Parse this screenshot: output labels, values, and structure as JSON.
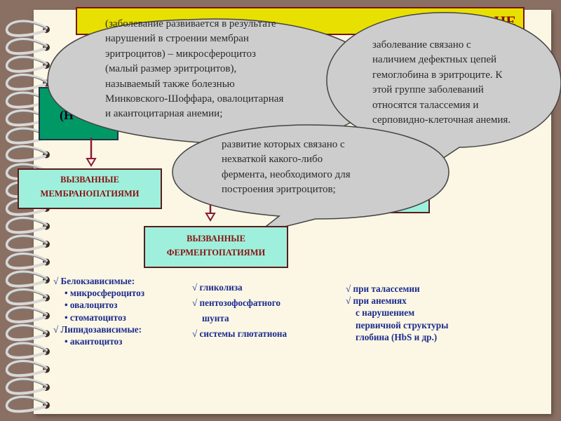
{
  "title": {
    "visible_fragment": "НЕ"
  },
  "boxes": {
    "main_fragment": "(Н",
    "membrane": [
      "ВЫЗВАННЫЕ",
      "МЕМБРАНОПАТИЯМИ"
    ],
    "enzyme": [
      "ВЫЗВАННЫЕ",
      "ФЕРМЕНТОПАТИЯМИ"
    ]
  },
  "bubbles": {
    "membrane": [
      "(заболевание развивается в результате",
      "нарушений в строении мембран",
      "эритроцитов) – микросфероцитоз",
      "(малый размер эритроцитов),",
      "называемый также болезнью",
      "Минковского-Шоффара, овалоцитарная",
      "и акантоцитарная анемии;"
    ],
    "hemoglobin": [
      "заболевание связано с",
      "наличием дефектных цепей",
      "гемоглобина в эритроците. К",
      "этой группе заболеваний",
      "относятся талассемия и",
      "серповидно-клеточная анемия."
    ],
    "enzyme": [
      "развитие которых связано с",
      "нехваткой какого-либо",
      "фермента, необходимого для",
      "построения эритроцитов;"
    ]
  },
  "lists": {
    "membrane": [
      "√ Белокзависимые:",
      "• микросфероцитоз",
      "• овалоцитоз",
      "• стоматоцитоз",
      "√ Липидозависимые:",
      "• акантоцитоз"
    ],
    "enzyme": [
      "√ гликолиза",
      "√ пентозофосфатного",
      "шунта",
      "√ системы глютатиона"
    ],
    "hemoglobin": [
      "√ при талассемии",
      "√ при анемиях",
      "с нарушением",
      "первичной структуры",
      "глобина (HbS  и др.)"
    ]
  },
  "colors": {
    "background": "#8a7063",
    "page": "#fbf7e4",
    "box_fill": "#9ef0dc",
    "box_text": "#8b1010",
    "list_text": "#1d2b8f",
    "title_fill": "#e8e000",
    "bubble_fill": "#cccccc",
    "main_box": "#009966",
    "arrow": "#8b1a3a"
  }
}
